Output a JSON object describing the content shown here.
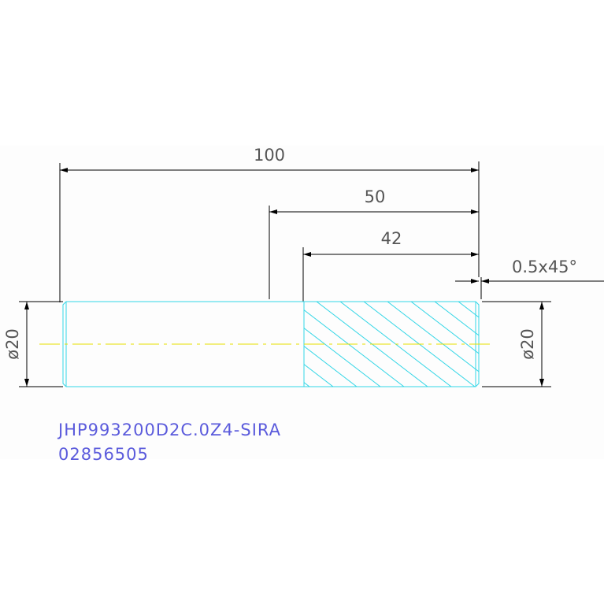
{
  "dimensions": {
    "overall_length": "100",
    "length_50": "50",
    "length_42": "42",
    "chamfer": "0.5x45°",
    "diameter_left": "ø20",
    "diameter_right": "ø20"
  },
  "part_number": "JHP993200D2C.0Z4-SIRA",
  "drawing_number": "02856505",
  "colors": {
    "background": "#ffffff",
    "sheet": "#fdfdfd",
    "dimension_lines": "#000000",
    "dimension_text": "#555555",
    "part_outline": "#33d6e6",
    "centerline": "#e8e000",
    "hatch": "#33d6e6",
    "label_text": "#5b5bdc"
  }
}
